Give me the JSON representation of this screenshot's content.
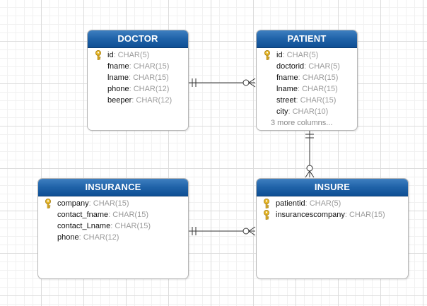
{
  "colors": {
    "header": "#1f62a8",
    "header_text": "#ffffff",
    "attribute_name": "#111111",
    "attribute_type": "#9a9a9a",
    "key_icon": "#e8b92a",
    "connector": "#333333",
    "grid": "#dcdcdc"
  },
  "entities": {
    "doctor": {
      "title": "DOCTOR",
      "attributes": [
        {
          "name": "id",
          "type": ": CHAR(5)",
          "key": true
        },
        {
          "name": "fname",
          "type": ": CHAR(15)",
          "key": false
        },
        {
          "name": "lname",
          "type": ": CHAR(15)",
          "key": false
        },
        {
          "name": "phone",
          "type": ": CHAR(12)",
          "key": false
        },
        {
          "name": "beeper",
          "type": ": CHAR(12)",
          "key": false
        }
      ]
    },
    "patient": {
      "title": "PATIENT",
      "attributes": [
        {
          "name": "id",
          "type": ": CHAR(5)",
          "key": true
        },
        {
          "name": "doctorid",
          "type": ": CHAR(5)",
          "key": false
        },
        {
          "name": "fname",
          "type": ": CHAR(15)",
          "key": false
        },
        {
          "name": "lname",
          "type": ": CHAR(15)",
          "key": false
        },
        {
          "name": "street",
          "type": ": CHAR(15)",
          "key": false
        },
        {
          "name": "city",
          "type": ": CHAR(10)",
          "key": false
        }
      ],
      "more": "3 more columns..."
    },
    "insurance": {
      "title": "INSURANCE",
      "attributes": [
        {
          "name": "company",
          "type": ": CHAR(15)",
          "key": true
        },
        {
          "name": "contact_fname",
          "type": ": CHAR(15)",
          "key": false
        },
        {
          "name": "contact_Lname",
          "type": ": CHAR(15)",
          "key": false
        },
        {
          "name": "phone",
          "type": ": CHAR(12)",
          "key": false
        }
      ]
    },
    "insure": {
      "title": "INSURE",
      "attributes": [
        {
          "name": "patientid",
          "type": ": CHAR(5)",
          "key": true
        },
        {
          "name": "insurancescompany",
          "type": ": CHAR(15)",
          "key": true
        }
      ]
    }
  },
  "relationships": [
    {
      "from": "DOCTOR",
      "to": "PATIENT",
      "from_end": "one-and-only-one",
      "to_end": "zero-or-many"
    },
    {
      "from": "PATIENT",
      "to": "INSURE",
      "from_end": "one-and-only-one",
      "to_end": "zero-or-many"
    },
    {
      "from": "INSURANCE",
      "to": "INSURE",
      "from_end": "one-and-only-one",
      "to_end": "zero-or-many"
    }
  ]
}
